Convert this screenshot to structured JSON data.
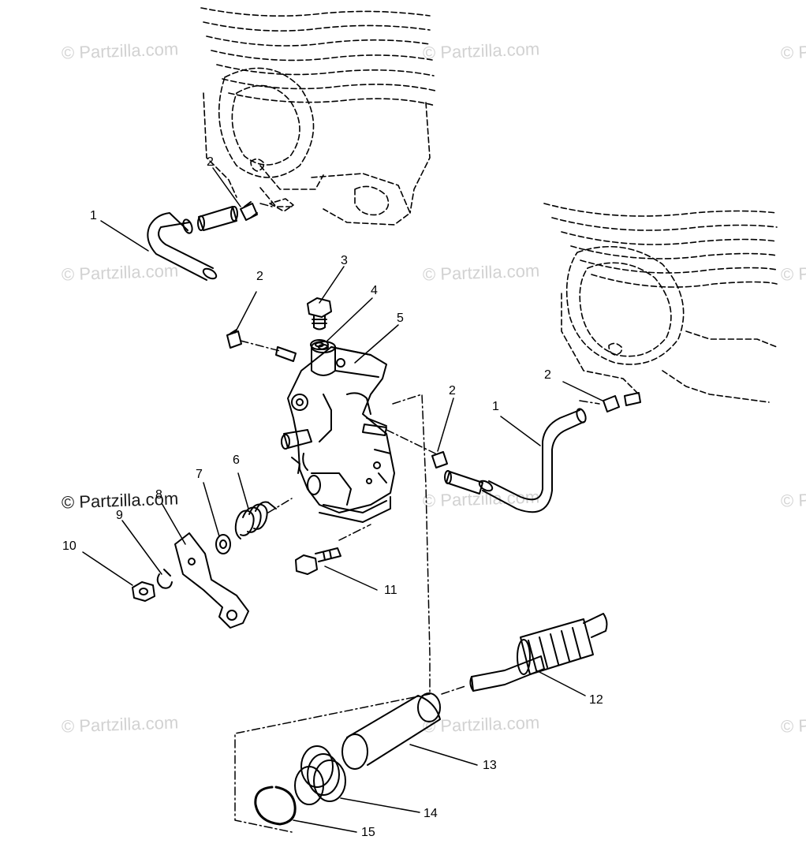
{
  "watermark": {
    "text": "© Partzilla.com"
  },
  "callouts": {
    "c1a": "1",
    "c1b": "1",
    "c2a": "2",
    "c2b": "2",
    "c2c": "2",
    "c2d": "2",
    "c3": "3",
    "c4": "4",
    "c5": "5",
    "c6": "6",
    "c7": "7",
    "c8": "8",
    "c9": "9",
    "c10": "10",
    "c11": "11",
    "c12": "12",
    "c13": "13",
    "c14": "14",
    "c15": "15"
  }
}
